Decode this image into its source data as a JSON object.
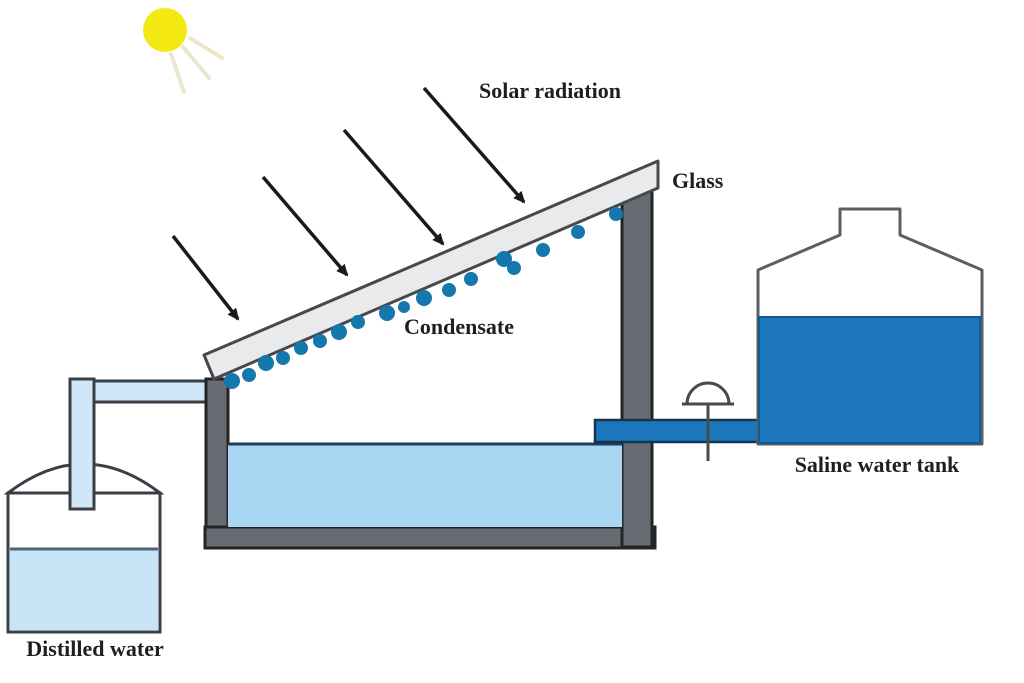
{
  "scene": {
    "description": "Solar still desalination process diagram",
    "labels": {
      "solar_radiation": "Solar radiation",
      "glass": "Glass",
      "condensate": "Condensate",
      "saline_water_tank": "Saline water tank",
      "distilled_water": "Distilled water"
    },
    "colors": {
      "background": "#ffffff",
      "sun_yellow": "#f4e912",
      "sun_ray": "#ece7cc",
      "glass_fill": "#e9eaeb",
      "glass_outline": "#47484a",
      "wall_fill": "#686c72",
      "wall_outline": "#222426",
      "basin_water": "#a9d6f2",
      "basin_water_edge": "#1d3c5e",
      "jar_water": "#c7e3f6",
      "jar_water_edge": "#4f6673",
      "pipe_fill": "#cfe7f6",
      "pipe_outline": "#3a3f45",
      "tank_water": "#1b76bb",
      "tank_outline": "#5a5f66",
      "feed_pipe_outline": "#14354f",
      "droplet_blue": "#1478ad",
      "valve_outline": "#4a4a4a",
      "arrow_black": "#1a1a1a",
      "label_text": "#1f1f1f"
    }
  }
}
